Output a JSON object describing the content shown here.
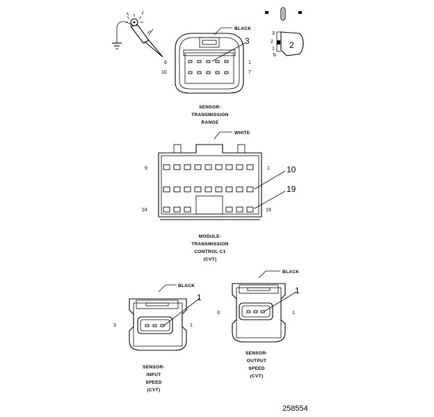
{
  "connectors": {
    "trans_range": {
      "wire_color": "BLACK",
      "callout": "3",
      "pins": {
        "top_left": "6",
        "top_right": "1",
        "bottom_left": "10",
        "bottom_right": "7"
      },
      "caption": [
        "SENSOR-",
        "TRANSMISSION",
        "RANGE"
      ]
    },
    "inset": {
      "callout": "2",
      "pin_labels": [
        "3",
        "2",
        "1",
        "b"
      ]
    },
    "tcm": {
      "wire_color": "WHITE",
      "callout_top": "10",
      "callout_bottom": "19",
      "pins": {
        "row1_left": "9",
        "row1_right": "1",
        "row3_left": "24",
        "row3_right": "19"
      },
      "caption": [
        "MODULE-",
        "TRANSMISSION",
        "CONTROL C1",
        "(CVT)"
      ]
    },
    "input_speed": {
      "wire_color": "BLACK",
      "callout": "1",
      "pins": {
        "left": "3",
        "right": "1"
      },
      "caption": [
        "SENSOR-",
        "INPUT",
        "SPEED",
        "(CVT)"
      ]
    },
    "output_speed": {
      "wire_color": "BLACK",
      "callout": "1",
      "pins": {
        "left": "3",
        "right": "1"
      },
      "caption": [
        "SENSOR-",
        "OUTPUT",
        "SPEED",
        "(CVT)"
      ]
    }
  },
  "figure_id": "258554"
}
